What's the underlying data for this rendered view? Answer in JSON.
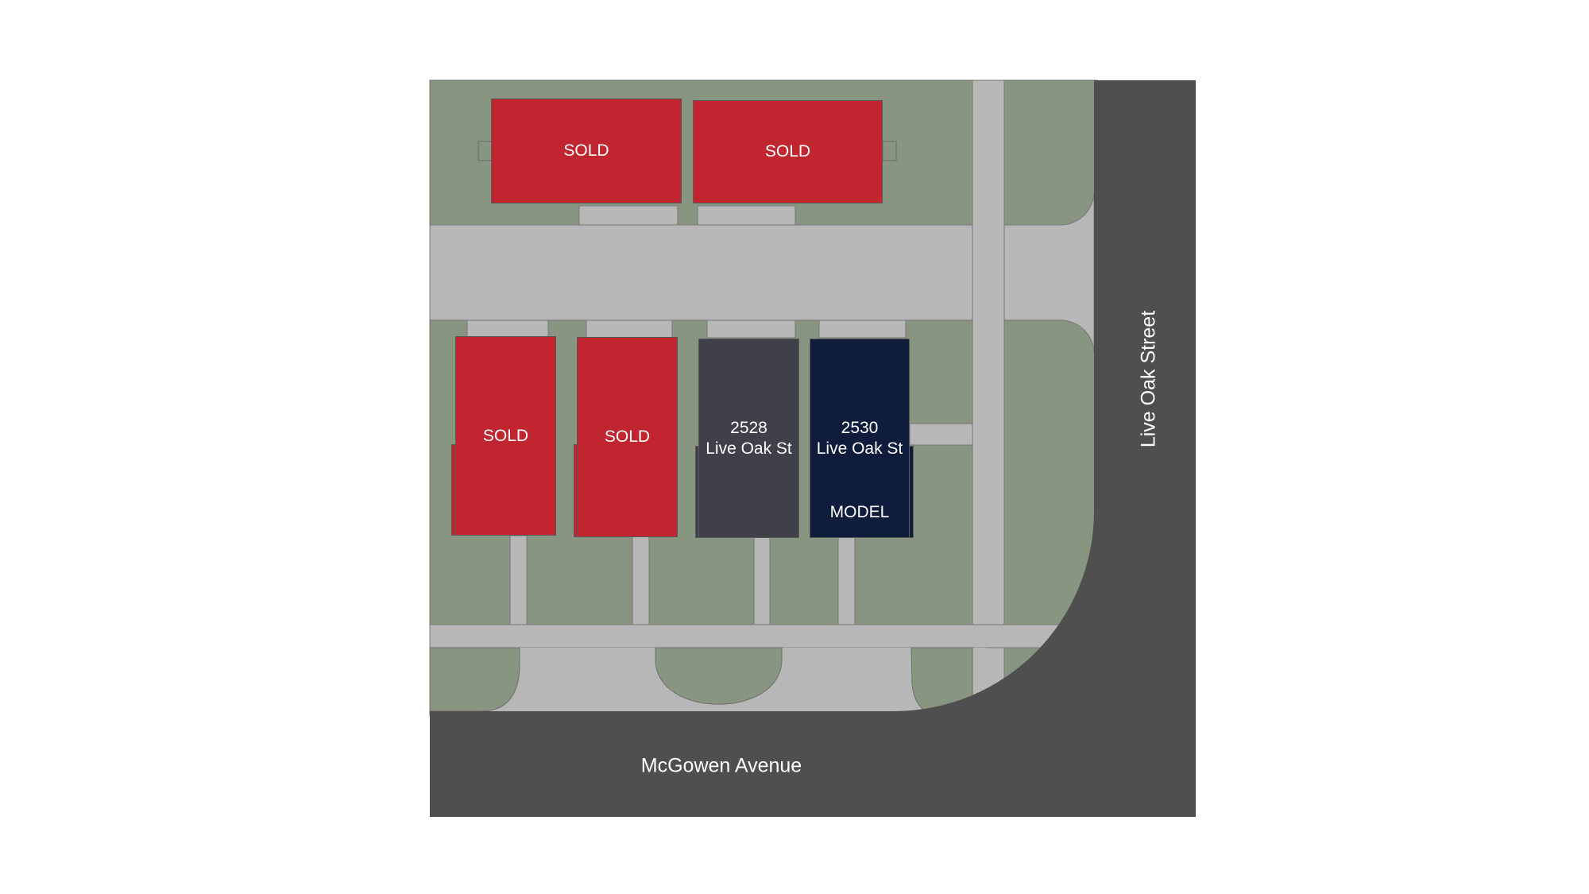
{
  "map": {
    "streets": {
      "right": "Live Oak Street",
      "bottom": "McGowen Avenue"
    },
    "colors": {
      "grass": "#889580",
      "pavement": "#b7b7b7",
      "road": "#4f4f4f",
      "sold": "#c1252f",
      "available": "#40404a",
      "model": "#0f1c3b"
    },
    "lots": [
      {
        "status": "sold",
        "label": "SOLD"
      },
      {
        "status": "sold",
        "label": "SOLD"
      },
      {
        "status": "sold",
        "label": "SOLD"
      },
      {
        "status": "sold",
        "label": "SOLD"
      },
      {
        "status": "available",
        "number": "2528",
        "street": "Live Oak St"
      },
      {
        "status": "model",
        "number": "2530",
        "street": "Live Oak St",
        "tag": "MODEL"
      }
    ]
  }
}
